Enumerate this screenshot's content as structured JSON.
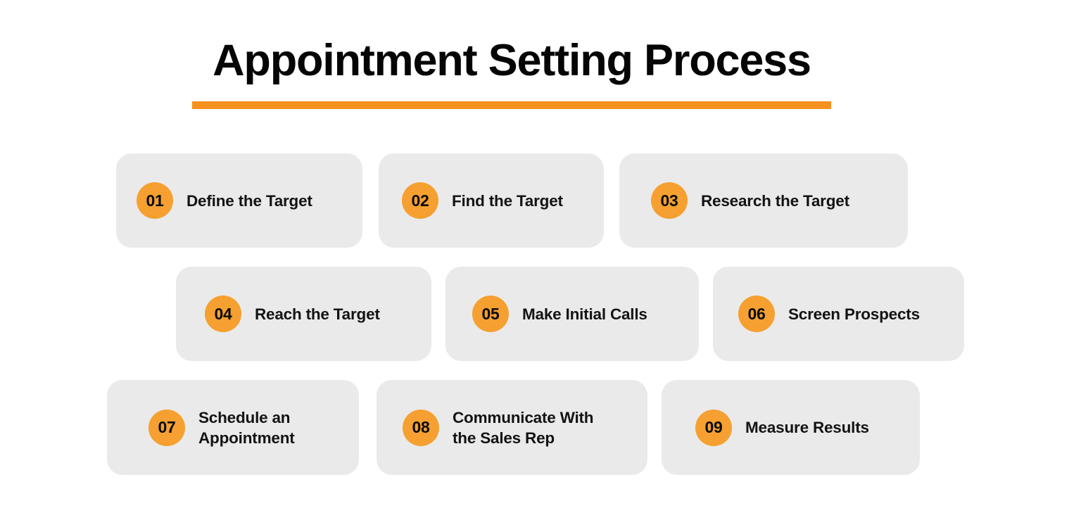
{
  "header": {
    "title": "Appointment Setting Process",
    "rule_color": "#F5911E"
  },
  "theme": {
    "background": "#FFFFFF",
    "card_background": "#EAEAEA",
    "badge_background": "#F5A030",
    "text_color": "#131313",
    "accent": "#F5911E"
  },
  "steps": [
    {
      "number": "01",
      "label": "Define the Target"
    },
    {
      "number": "02",
      "label": "Find the Target"
    },
    {
      "number": "03",
      "label": "Research the Target"
    },
    {
      "number": "04",
      "label": "Reach the Target"
    },
    {
      "number": "05",
      "label": "Make Initial Calls"
    },
    {
      "number": "06",
      "label": "Screen Prospects"
    },
    {
      "number": "07",
      "label": "Schedule an\nAppointment"
    },
    {
      "number": "08",
      "label": "Communicate With\nthe Sales Rep"
    },
    {
      "number": "09",
      "label": "Measure Results"
    }
  ]
}
